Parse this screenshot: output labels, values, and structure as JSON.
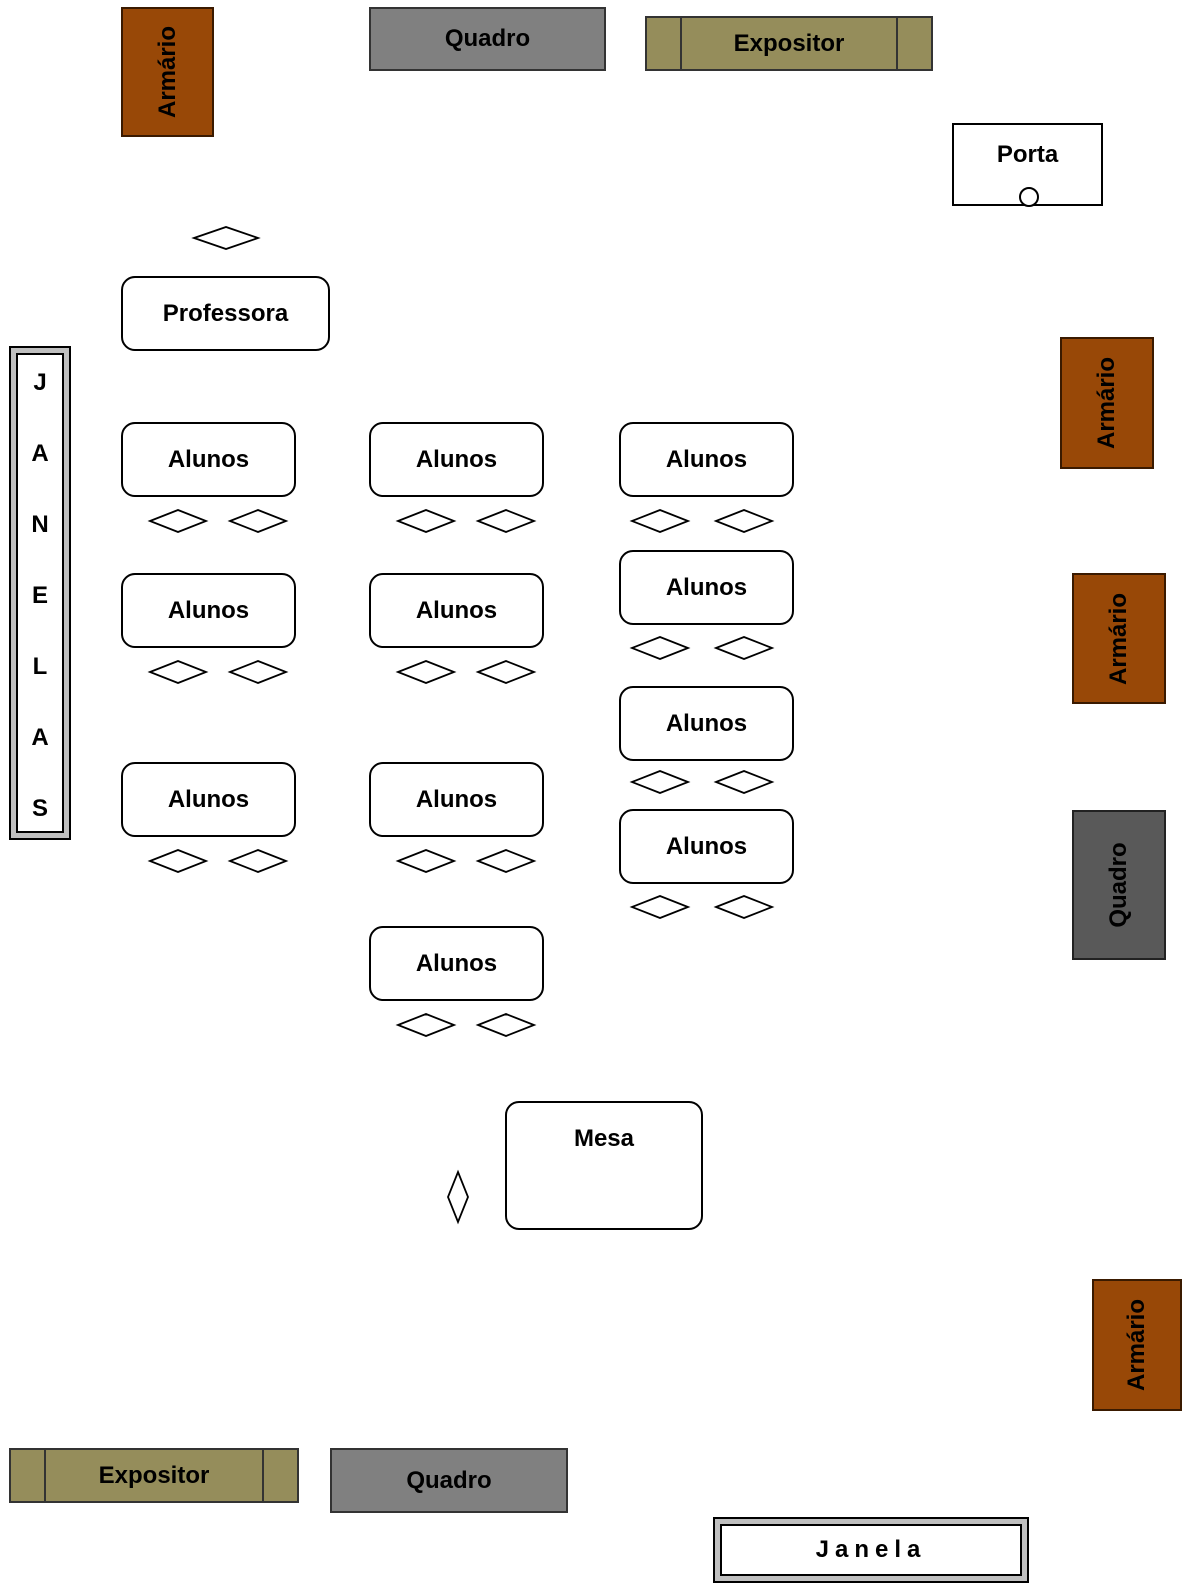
{
  "furniture": {
    "cabinet_label": "Armário",
    "board_label": "Quadro",
    "display_label": "Expositor",
    "door_label": "Porta",
    "teacher_label": "Professora",
    "students_label": "Alunos",
    "table_label": "Mesa",
    "windows_left_letters": [
      "J",
      "A",
      "N",
      "E",
      "L",
      "A",
      "S"
    ],
    "window_bottom_label": "Janela"
  },
  "colors": {
    "cabinet": "#984807",
    "board_light": "#808080",
    "board_dark": "#595959",
    "display": "#958d5b"
  }
}
